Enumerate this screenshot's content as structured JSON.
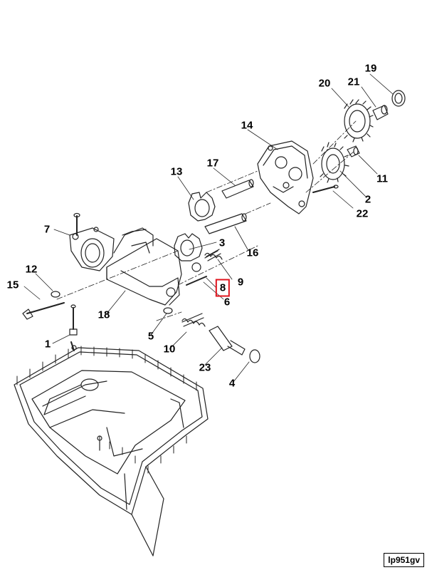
{
  "diagram": {
    "callouts": [
      {
        "id": "c19",
        "text": "19"
      },
      {
        "id": "c20",
        "text": "20"
      },
      {
        "id": "c21",
        "text": "21"
      },
      {
        "id": "c14",
        "text": "14"
      },
      {
        "id": "c17",
        "text": "17"
      },
      {
        "id": "c13",
        "text": "13"
      },
      {
        "id": "c11",
        "text": "11"
      },
      {
        "id": "c2",
        "text": "2"
      },
      {
        "id": "c22",
        "text": "22"
      },
      {
        "id": "c7",
        "text": "7"
      },
      {
        "id": "c3",
        "text": "3"
      },
      {
        "id": "c16",
        "text": "16"
      },
      {
        "id": "c12",
        "text": "12"
      },
      {
        "id": "c9",
        "text": "9"
      },
      {
        "id": "c8",
        "text": "8",
        "highlighted": true
      },
      {
        "id": "c6",
        "text": "6"
      },
      {
        "id": "c15",
        "text": "15"
      },
      {
        "id": "c18",
        "text": "18"
      },
      {
        "id": "c5",
        "text": "5"
      },
      {
        "id": "c1",
        "text": "1"
      },
      {
        "id": "c10",
        "text": "10"
      },
      {
        "id": "c23",
        "text": "23"
      },
      {
        "id": "c4",
        "text": "4"
      }
    ],
    "highlight_color": "#e0141e",
    "reference_code": "lp951gv"
  }
}
